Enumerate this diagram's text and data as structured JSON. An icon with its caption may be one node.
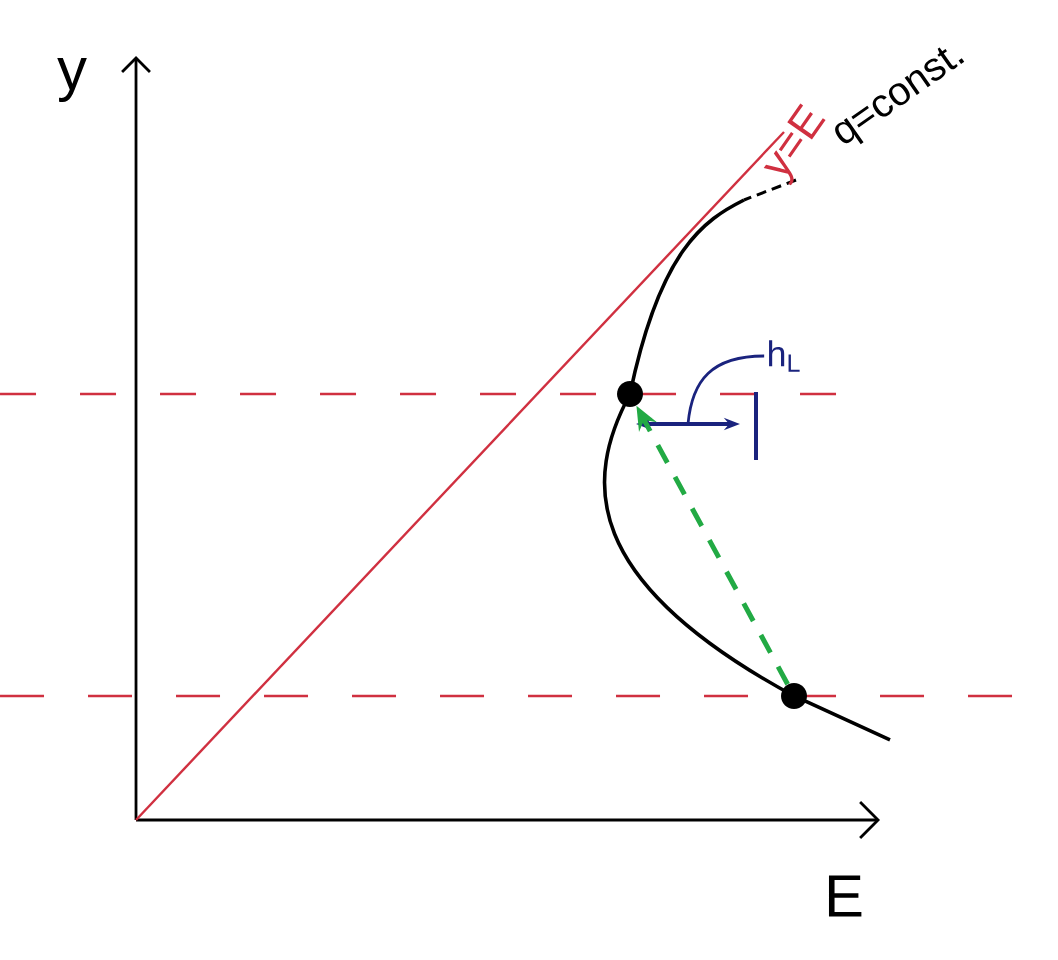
{
  "diagram": {
    "nodes": [
      {
        "text": [],
        "shape": "circle"
      },
      {
        "text": [],
        "shape": "circle"
      },
      {
        "text": [
          "h$_{L}$"
        ]
      }
    ],
    "edges": [
      {
        "from": 1,
        "to": 0,
        "arrow": "to",
        "style": "dashed",
        "color": "#22aa44"
      },
      {
        "from": 2,
        "to": null,
        "arrow": "none",
        "color": "#1a237e"
      }
    ],
    "labels": [
      "y",
      "E",
      "y=E",
      "q=const."
    ]
  }
}
